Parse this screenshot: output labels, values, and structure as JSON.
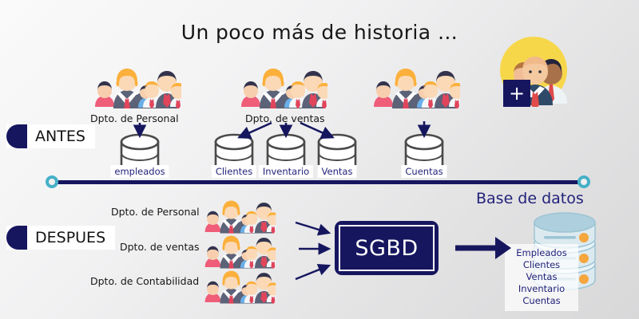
{
  "title": "Un poco más de historia …",
  "colors": {
    "navy": "#16165f",
    "navy_text": "#22227a",
    "teal": "#46b0c8",
    "orange": "#f5a councils"
  },
  "sections": [
    {
      "id": "antes",
      "label": "ANTES"
    },
    {
      "id": "despues",
      "label": "DESPUES"
    }
  ],
  "antes": {
    "departments": [
      {
        "name": "Dpto. de Personal"
      },
      {
        "name": "Dpto. de ventas"
      }
    ],
    "databases": [
      {
        "label": "empleados"
      },
      {
        "label": "Clientes"
      },
      {
        "label": "Inventario"
      },
      {
        "label": "Ventas"
      },
      {
        "label": "Cuentas"
      }
    ]
  },
  "despues": {
    "departments": [
      {
        "name": "Dpto. de Personal"
      },
      {
        "name": "Dpto. de ventas"
      },
      {
        "name": "Dpto. de Contabilidad"
      }
    ],
    "system": {
      "label": "SGBD"
    },
    "database": {
      "title": "Base de datos",
      "tables": [
        "Empleados",
        "Clientes",
        "Ventas",
        "Inventario",
        "Cuentas"
      ]
    }
  },
  "photo": {
    "plus_label": "+"
  }
}
